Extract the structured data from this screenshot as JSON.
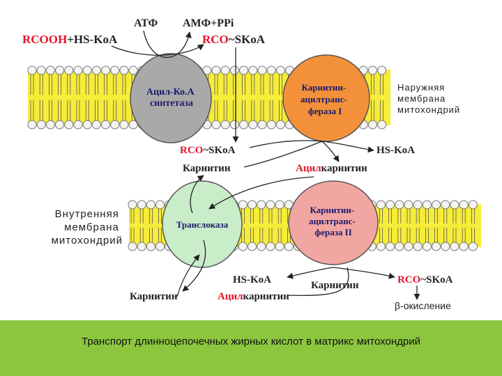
{
  "reaction_top": {
    "atp": "АТФ",
    "amp_ppi": "АМФ+PPi",
    "substrate_acid": "RCOOH",
    "substrate_coa": "+HS-KoA",
    "product_acyl": "RCO",
    "product_coa": "~SKoA"
  },
  "enzymes": {
    "synthetase": [
      "Ацил-Ко.А",
      "синтетаза"
    ],
    "cpt1": [
      "Карнитин-",
      "ацилтранс-",
      "фераза I"
    ],
    "translocase": "Транслоказа",
    "cpt2": [
      "Карнитин-",
      "ацилтранс-",
      "фераза II"
    ]
  },
  "membranes": {
    "outer": [
      "Наружняя",
      "мембрана",
      "митохондрий"
    ],
    "inner": [
      "Внутренняя",
      "мембрана",
      "митохондрий"
    ]
  },
  "intermembrane": {
    "acyl_coa_a": "RCO",
    "acyl_coa_b": "~SKoA",
    "hs_koa": "HS-KoA",
    "carnitine": "Карнитин",
    "acylcarnitine_prefix": "Ацил",
    "acylcarnitine_suffix": "карнитин"
  },
  "matrix": {
    "hs_koa": "HS-KoA",
    "carnitine_right": "Карнитин",
    "acyl_a": "RCO",
    "acyl_b": "~SKoA",
    "carnitine_left": "Карнитин",
    "acylcarnitine_prefix": "Ацил",
    "acylcarnitine_suffix": "карнитин",
    "beta_oxidation": "β-окисление"
  },
  "caption": "Транспорт длинноцепочечных жирных кислот в матрикс митохондрий",
  "colors": {
    "membrane_yellow": "#f7ec3a",
    "head_white": "#f4f4f4",
    "acyl_red": "#e2142a",
    "synthetase": "#a9a9a9",
    "cpt1": "#f3903a",
    "translocase": "#c9ecc9",
    "cpt2": "#f2a6a2",
    "footer_green": "#8cc63f"
  }
}
